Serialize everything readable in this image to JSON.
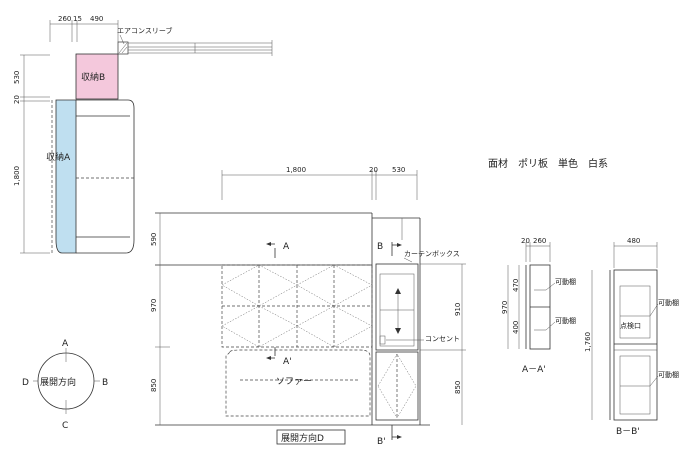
{
  "plan": {
    "dim_top_1": "260",
    "dim_top_2": "15",
    "dim_top_3": "490",
    "aircon_sleeve": "エアコンスリーブ",
    "storage_b": "収納B",
    "storage_a": "収納A",
    "dim_left_1": "530",
    "dim_left_2": "20",
    "dim_left_3": "1,800",
    "color_storage_b": "#f4c8dc",
    "color_storage_a": "#bfdff0"
  },
  "compass": {
    "label_center": "展開方向",
    "dir_a": "A",
    "dir_b": "B",
    "dir_c": "C",
    "dir_d": "D"
  },
  "spec": {
    "text": "面材　ポリ板　単色　白系"
  },
  "elevation": {
    "dim_top_1": "1,800",
    "dim_top_2": "20",
    "dim_top_3": "530",
    "dim_left_1": "590",
    "dim_left_2": "970",
    "dim_left_3": "850",
    "dim_right_1": "910",
    "dim_right_2": "850",
    "section_a": "A",
    "section_a_prime": "A'",
    "section_b": "B",
    "section_b_prime": "B'",
    "curtain_box": "カーテンボックス",
    "outlet": "コンセント",
    "sofa": "ソファー",
    "caption": "展開方向D"
  },
  "section_aa": {
    "dim_top_1": "20",
    "dim_top_2": "260",
    "dim_side_1": "470",
    "dim_side_2": "400",
    "dim_total": "970",
    "shelf_label_1": "可動棚",
    "shelf_label_2": "可動棚",
    "caption": "A－A'"
  },
  "section_bb": {
    "dim_top": "480",
    "dim_total": "1,760",
    "shelf_label_1": "可動棚",
    "shelf_label_2": "可動棚",
    "opening": "点検口",
    "caption": "B－B'"
  }
}
